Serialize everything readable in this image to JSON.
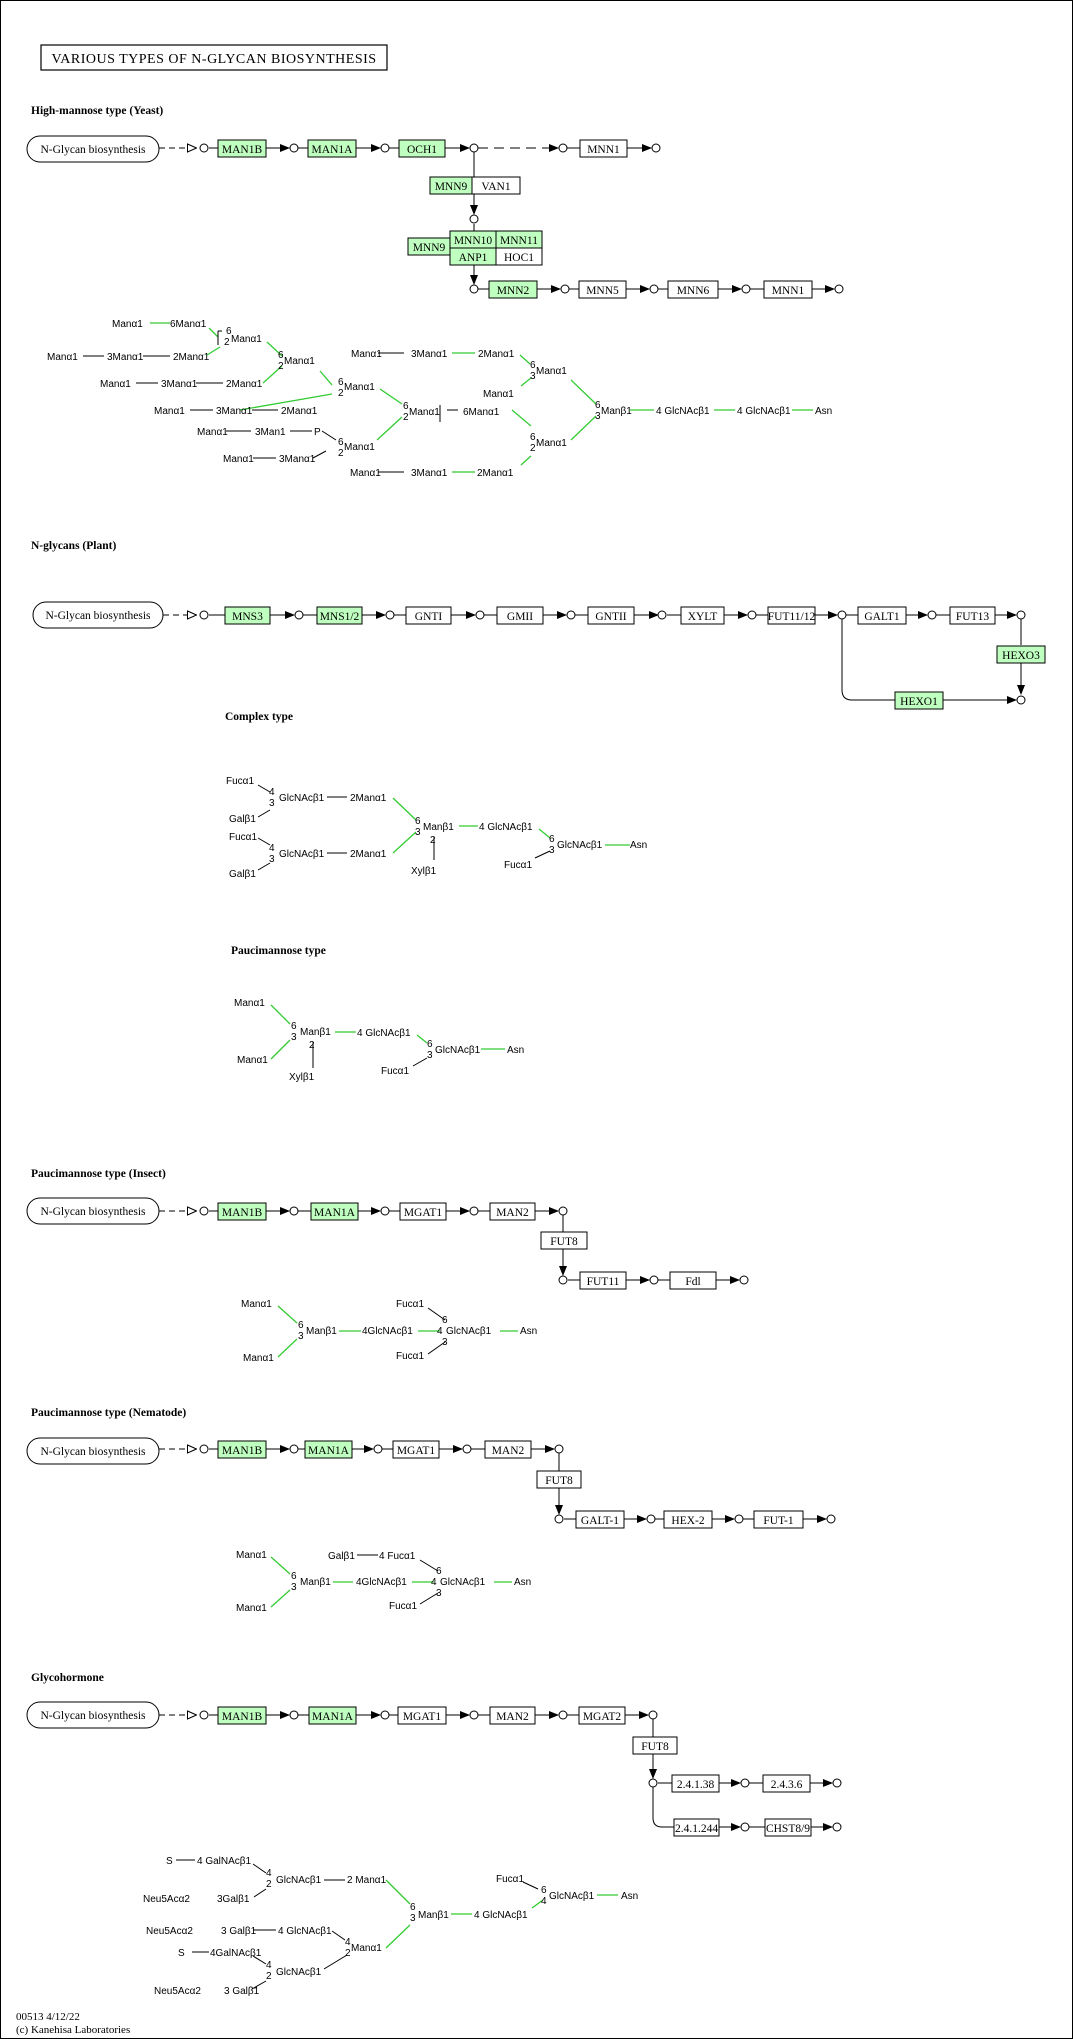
{
  "pathway_title": "VARIOUS TYPES OF N-GLYCAN BIOSYNTHESIS",
  "footer_id": "00513 4/12/22",
  "footer_copyright": "(c) Kanehisa Laboratories",
  "colors": {
    "highlight_fill": "#bfffbf",
    "highlight_line": "#33cc33",
    "line": "#000000"
  },
  "section_titles": {
    "yeast": "High-mannose type (Yeast)",
    "plant": "N-glycans (Plant)",
    "complex": "Complex type",
    "pauci": "Paucimannose type",
    "insect": "Paucimannose type (Insect)",
    "nematode": "Paucimannose type (Nematode)",
    "glyco": "Glycohormone"
  },
  "map_link_label": "N-Glycan biosynthesis",
  "gene_boxes": [
    {
      "id": "y1",
      "label": "MAN1B",
      "on": true
    },
    {
      "id": "y2",
      "label": "MAN1A",
      "on": true
    },
    {
      "id": "y3",
      "label": "OCH1",
      "on": true
    },
    {
      "id": "y4",
      "label": "MNN1",
      "on": false
    },
    {
      "id": "y5",
      "label": "MNN9",
      "on": true
    },
    {
      "id": "y6",
      "label": "VAN1",
      "on": false
    },
    {
      "id": "y7",
      "label": "MNN9",
      "on": true
    },
    {
      "id": "y8",
      "label": "MNN10",
      "on": true
    },
    {
      "id": "y9",
      "label": "MNN11",
      "on": true
    },
    {
      "id": "y10",
      "label": "ANP1",
      "on": true
    },
    {
      "id": "y11",
      "label": "HOC1",
      "on": false
    },
    {
      "id": "y12",
      "label": "MNN2",
      "on": true
    },
    {
      "id": "y13",
      "label": "MNN5",
      "on": false
    },
    {
      "id": "y14",
      "label": "MNN6",
      "on": false
    },
    {
      "id": "y15",
      "label": "MNN1",
      "on": false
    },
    {
      "id": "p1",
      "label": "MNS3",
      "on": true
    },
    {
      "id": "p2",
      "label": "MNS1/2",
      "on": true
    },
    {
      "id": "p3",
      "label": "GNTI",
      "on": false
    },
    {
      "id": "p4",
      "label": "GMII",
      "on": false
    },
    {
      "id": "p5",
      "label": "GNTII",
      "on": false
    },
    {
      "id": "p6",
      "label": "XYLT",
      "on": false
    },
    {
      "id": "p7",
      "label": "FUT11/12",
      "on": false
    },
    {
      "id": "p8",
      "label": "GALT1",
      "on": false
    },
    {
      "id": "p9",
      "label": "FUT13",
      "on": false
    },
    {
      "id": "p10",
      "label": "HEXO3",
      "on": true
    },
    {
      "id": "p11",
      "label": "HEXO1",
      "on": true
    },
    {
      "id": "i1",
      "label": "MAN1B",
      "on": true
    },
    {
      "id": "i2",
      "label": "MAN1A",
      "on": true
    },
    {
      "id": "i3",
      "label": "MGAT1",
      "on": false
    },
    {
      "id": "i4",
      "label": "MAN2",
      "on": false
    },
    {
      "id": "i5",
      "label": "FUT8",
      "on": false
    },
    {
      "id": "i6",
      "label": "FUT11",
      "on": false
    },
    {
      "id": "i7",
      "label": "Fdl",
      "on": false
    },
    {
      "id": "n1",
      "label": "MAN1B",
      "on": true
    },
    {
      "id": "n2",
      "label": "MAN1A",
      "on": true
    },
    {
      "id": "n3",
      "label": "MGAT1",
      "on": false
    },
    {
      "id": "n4",
      "label": "MAN2",
      "on": false
    },
    {
      "id": "n5",
      "label": "FUT8",
      "on": false
    },
    {
      "id": "n6",
      "label": "GALT-1",
      "on": false
    },
    {
      "id": "n7",
      "label": "HEX-2",
      "on": false
    },
    {
      "id": "n8",
      "label": "FUT-1",
      "on": false
    },
    {
      "id": "g1",
      "label": "MAN1B",
      "on": true
    },
    {
      "id": "g2",
      "label": "MAN1A",
      "on": true
    },
    {
      "id": "g3",
      "label": "MGAT1",
      "on": false
    },
    {
      "id": "g4",
      "label": "MAN2",
      "on": false
    },
    {
      "id": "g5",
      "label": "MGAT2",
      "on": false
    },
    {
      "id": "g6",
      "label": "FUT8",
      "on": false
    },
    {
      "id": "g7",
      "label": "2.4.1.38",
      "on": false
    },
    {
      "id": "g8",
      "label": "2.4.3.6",
      "on": false
    },
    {
      "id": "g9",
      "label": "2.4.1.244",
      "on": false
    },
    {
      "id": "g10",
      "label": "CHST8/9",
      "on": false
    }
  ],
  "glycan_labels": [
    {
      "id": "ya",
      "text": "Manα1"
    },
    {
      "id": "yb",
      "text": "6Manα1"
    },
    {
      "id": "yc",
      "text": "6"
    },
    {
      "id": "yd",
      "text": "2"
    },
    {
      "id": "ye",
      "text": "Manα1"
    },
    {
      "id": "yf",
      "text": "Manα1"
    },
    {
      "id": "yg",
      "text": "3Manα1"
    },
    {
      "id": "yh",
      "text": "2Manα1"
    },
    {
      "id": "yi",
      "text": "6"
    },
    {
      "id": "yj",
      "text": "2"
    },
    {
      "id": "yk",
      "text": "Manα1"
    },
    {
      "id": "yl",
      "text": "Manα1"
    },
    {
      "id": "ym",
      "text": "3Manα1"
    },
    {
      "id": "yn",
      "text": "2Manα1"
    },
    {
      "id": "yo",
      "text": "6"
    },
    {
      "id": "yp",
      "text": "2"
    },
    {
      "id": "yq",
      "text": "Manα1"
    },
    {
      "id": "yr",
      "text": "Manα1"
    },
    {
      "id": "ys",
      "text": "3Manα1"
    },
    {
      "id": "yt",
      "text": "2Manα1"
    },
    {
      "id": "yu",
      "text": "Manα1"
    },
    {
      "id": "yv",
      "text": "3Man1"
    },
    {
      "id": "yw",
      "text": "P"
    },
    {
      "id": "yx",
      "text": "6"
    },
    {
      "id": "yy",
      "text": "2"
    },
    {
      "id": "yz",
      "text": "Manα1"
    },
    {
      "id": "y27",
      "text": "Manα1"
    },
    {
      "id": "y28",
      "text": "3Manα1"
    },
    {
      "id": "y29",
      "text": "6"
    },
    {
      "id": "y30",
      "text": "2"
    },
    {
      "id": "y31",
      "text": "Manα1"
    },
    {
      "id": "y32",
      "text": "6Manα1"
    },
    {
      "id": "y33",
      "text": "Manα1"
    },
    {
      "id": "y34",
      "text": "3Manα1"
    },
    {
      "id": "y35",
      "text": "2Manα1"
    },
    {
      "id": "y36",
      "text": "6"
    },
    {
      "id": "y37",
      "text": "3"
    },
    {
      "id": "y38",
      "text": "Manα1"
    },
    {
      "id": "y39",
      "text": "Manα1"
    },
    {
      "id": "y40",
      "text": "6"
    },
    {
      "id": "y41",
      "text": "3"
    },
    {
      "id": "y42",
      "text": "Manβ1"
    },
    {
      "id": "y43",
      "text": "4 GlcNAcβ1"
    },
    {
      "id": "y44",
      "text": "4 GlcNAcβ1"
    },
    {
      "id": "y45",
      "text": "Asn"
    },
    {
      "id": "y46",
      "text": "6"
    },
    {
      "id": "y47",
      "text": "2"
    },
    {
      "id": "y48",
      "text": "Manα1"
    },
    {
      "id": "y49",
      "text": "Manα1"
    },
    {
      "id": "y50",
      "text": "3Manα1"
    },
    {
      "id": "y51",
      "text": "2Manα1"
    },
    {
      "id": "c1",
      "text": "Fucα1"
    },
    {
      "id": "c2",
      "text": "4"
    },
    {
      "id": "c3",
      "text": "3"
    },
    {
      "id": "c4",
      "text": "GlcNAcβ1"
    },
    {
      "id": "c5",
      "text": "2Manα1"
    },
    {
      "id": "c6",
      "text": "Galβ1"
    },
    {
      "id": "c7",
      "text": "Fucα1"
    },
    {
      "id": "c8",
      "text": "4"
    },
    {
      "id": "c9",
      "text": "3"
    },
    {
      "id": "c10",
      "text": "GlcNAcβ1"
    },
    {
      "id": "c11",
      "text": "2Manα1"
    },
    {
      "id": "c12",
      "text": "Galβ1"
    },
    {
      "id": "c13",
      "text": "6"
    },
    {
      "id": "c14",
      "text": "3"
    },
    {
      "id": "c15",
      "text": "Manβ1"
    },
    {
      "id": "c16",
      "text": "2"
    },
    {
      "id": "c17",
      "text": "Xylβ1"
    },
    {
      "id": "c18",
      "text": "4 GlcNAcβ1"
    },
    {
      "id": "c19",
      "text": "6"
    },
    {
      "id": "c20",
      "text": "3"
    },
    {
      "id": "c21",
      "text": "GlcNAcβ1"
    },
    {
      "id": "c22",
      "text": "Asn"
    },
    {
      "id": "c23",
      "text": "Fucα1"
    },
    {
      "id": "q1",
      "text": "Manα1"
    },
    {
      "id": "q2",
      "text": "Manα1"
    },
    {
      "id": "q3",
      "text": "6"
    },
    {
      "id": "q4",
      "text": "3"
    },
    {
      "id": "q5",
      "text": "Manβ1"
    },
    {
      "id": "q6",
      "text": "2"
    },
    {
      "id": "q7",
      "text": "Xylβ1"
    },
    {
      "id": "q8",
      "text": "4 GlcNAcβ1"
    },
    {
      "id": "q9",
      "text": "6"
    },
    {
      "id": "q10",
      "text": "3"
    },
    {
      "id": "q11",
      "text": "GlcNAcβ1"
    },
    {
      "id": "q12",
      "text": "Asn"
    },
    {
      "id": "q13",
      "text": "Fucα1"
    },
    {
      "id": "r1",
      "text": "Manα1"
    },
    {
      "id": "r2",
      "text": "Manα1"
    },
    {
      "id": "r3",
      "text": "6"
    },
    {
      "id": "r4",
      "text": "3"
    },
    {
      "id": "r5",
      "text": "Manβ1"
    },
    {
      "id": "r6",
      "text": "4GlcNAcβ1"
    },
    {
      "id": "r7",
      "text": "Fucα1"
    },
    {
      "id": "r8",
      "text": "6"
    },
    {
      "id": "r9",
      "text": "4"
    },
    {
      "id": "r10",
      "text": "3"
    },
    {
      "id": "r11",
      "text": "GlcNAcβ1"
    },
    {
      "id": "r12",
      "text": "Asn"
    },
    {
      "id": "r13",
      "text": "Fucα1"
    },
    {
      "id": "m1",
      "text": "Manα1"
    },
    {
      "id": "m2",
      "text": "Manα1"
    },
    {
      "id": "m3",
      "text": "6"
    },
    {
      "id": "m4",
      "text": "3"
    },
    {
      "id": "m5",
      "text": "Manβ1"
    },
    {
      "id": "m6",
      "text": "4GlcNAcβ1"
    },
    {
      "id": "m7",
      "text": "Galβ1"
    },
    {
      "id": "m8",
      "text": "4 Fucα1"
    },
    {
      "id": "m9",
      "text": "6"
    },
    {
      "id": "m10",
      "text": "4"
    },
    {
      "id": "m11",
      "text": "3"
    },
    {
      "id": "m12",
      "text": "GlcNAcβ1"
    },
    {
      "id": "m13",
      "text": "Asn"
    },
    {
      "id": "m14",
      "text": "Fucα1"
    },
    {
      "id": "h1",
      "text": "S"
    },
    {
      "id": "h2",
      "text": "4 GalNAcβ1"
    },
    {
      "id": "h3",
      "text": "Neu5Acα2"
    },
    {
      "id": "h4",
      "text": "3Galβ1"
    },
    {
      "id": "h5",
      "text": "4"
    },
    {
      "id": "h6",
      "text": "2"
    },
    {
      "id": "h7",
      "text": "GlcNAcβ1"
    },
    {
      "id": "h8",
      "text": "2 Manα1"
    },
    {
      "id": "h9",
      "text": "Neu5Acα2"
    },
    {
      "id": "h10",
      "text": "3 Galβ1"
    },
    {
      "id": "h11",
      "text": "4 GlcNAcβ1"
    },
    {
      "id": "h12",
      "text": "S"
    },
    {
      "id": "h13",
      "text": "4GalNAcβ1"
    },
    {
      "id": "h14",
      "text": "4"
    },
    {
      "id": "h15",
      "text": "2"
    },
    {
      "id": "h16",
      "text": "Manα1"
    },
    {
      "id": "h17",
      "text": "Neu5Acα2"
    },
    {
      "id": "h18",
      "text": "3 Galβ1"
    },
    {
      "id": "h19",
      "text": "4"
    },
    {
      "id": "h20",
      "text": "2"
    },
    {
      "id": "h21",
      "text": "GlcNAcβ1"
    },
    {
      "id": "h22",
      "text": "6"
    },
    {
      "id": "h23",
      "text": "3"
    },
    {
      "id": "h24",
      "text": "Manβ1"
    },
    {
      "id": "h25",
      "text": "4 GlcNAcβ1"
    },
    {
      "id": "h26",
      "text": "Fucα1"
    },
    {
      "id": "h27",
      "text": "6"
    },
    {
      "id": "h28",
      "text": "4"
    },
    {
      "id": "h29",
      "text": "GlcNAcβ1"
    },
    {
      "id": "h30",
      "text": "Asn"
    }
  ]
}
